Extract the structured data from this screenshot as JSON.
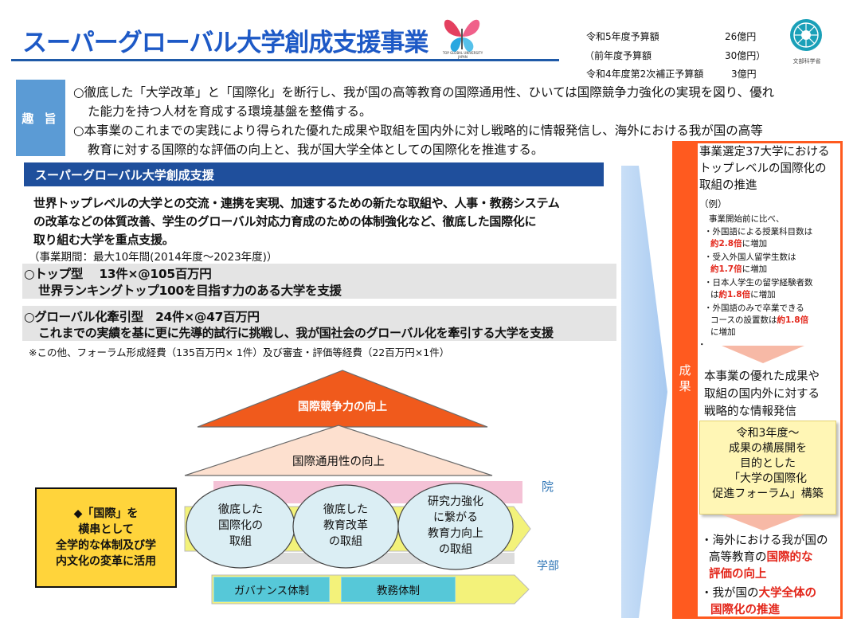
{
  "header": {
    "title": "スーパーグローバル大学創成支援事業",
    "sgu_logo_text": "TOP GLOBAL UNIVERSITY JAPAN",
    "mext_logo_text": "文部科学省",
    "budget": [
      {
        "label": "令和5年度予算額",
        "amount": "26億円"
      },
      {
        "label": "（前年度予算額",
        "amount": "30億円）"
      },
      {
        "label": "令和4年度第2次補正予算額",
        "amount": "3億円"
      }
    ]
  },
  "purpose": {
    "label": "趣 旨",
    "lines": [
      "○徹底した「大学改革」と「国際化」を断行し、我が国の高等教育の国際通用性、ひいては国際競争力強化の実現を図り、優れ",
      "た能力を持つ人材を育成する環境基盤を整備する。",
      "○本事業のこれまでの実践により得られた優れた成果や取組を国内外に対し戦略的に情報発信し、海外における我が国の高等",
      "教育に対する国際的な評価の向上と、我が国大学全体としての国際化を推進する。"
    ]
  },
  "program": {
    "heading": "スーパーグローバル大学創成支援",
    "description": [
      "世界トップレベルの大学との交流・連携を実現、加速するための新たな取組や、人事・教務システム",
      "の改革などの体質改善、学生のグローバル対応力育成のための体制強化など、徹底した国際化に",
      "取り組む大学を重点支援。"
    ],
    "period": "（事業期間：最大10年間(2014年度～2023年度)）",
    "types": [
      {
        "line1": "○トップ型　 13件×@105百万円",
        "line2": "世界ランキングトップ100を目指す力のある大学を支援"
      },
      {
        "line1": "○グローバル化牽引型　24件×@47百万円",
        "line2": "これまでの実績を基に更に先導的試行に挑戦し、我が国社会のグローバル化を牽引する大学を支援"
      }
    ],
    "note": "※この他、フォーラム形成経費（135百万円× 1件）及び審査・評価等経費（22百万円×1件）"
  },
  "diagram": {
    "top_triangle": "国際競争力の向上",
    "mid_trapezoid": "国際通用性の向上",
    "graduate_label": "院",
    "undergrad_label": "学部",
    "yellow_box": [
      "◆「国際」を",
      "横串として",
      "全学的な体制及び学",
      "内文化の変革に活用"
    ],
    "ellipses": [
      [
        "徹底した",
        "国際化の",
        "取組"
      ],
      [
        "徹底した",
        "教育改革",
        "の取組"
      ],
      [
        "研究力強化",
        "に繋がる",
        "教育力向上",
        "の取組"
      ]
    ],
    "systems": [
      "ガバナンス体制",
      "教務体制"
    ]
  },
  "results": {
    "label": "成果",
    "head": [
      "事業選定37大学における",
      "トップレベルの国際化の",
      "取組の推進"
    ],
    "example_label": "（例）",
    "example_intro": "事業開始前に比べ、",
    "examples": [
      {
        "pre": "・外国語による授業科目数は",
        "value": "約2.8倍",
        "post": "に増加"
      },
      {
        "pre": "・受入外国人留学生数は",
        "value": "約1.7倍",
        "post": "に増加"
      },
      {
        "pre": "・日本人学生の留学経験者数",
        "pre2": "は",
        "value": "約1.8倍",
        "post": "に増加"
      },
      {
        "pre": "・外国語のみで卒業できる",
        "pre2": "コースの設置数は",
        "value": "約1.8倍",
        "post": "に増加"
      }
    ],
    "bullet_dot": "・",
    "dissemination": [
      "本事業の優れた成果や",
      "取組の国内外に対する",
      "戦略的な情報発信"
    ],
    "forum": [
      "令和3年度～",
      "成果の横展開を",
      "目的とした",
      "「大学の国際化",
      "促進フォーラム」構築"
    ],
    "outcome1": {
      "pre1": "・海外における我が国の",
      "pre2": "高等教育の",
      "red1": "国際的な",
      "red2": "評価の向上"
    },
    "outcome2": {
      "pre": "・我が国の",
      "red1": "大学全体の",
      "red2": "国際化の推進"
    }
  },
  "colors": {
    "title_blue": "#1d59c6",
    "heading_bar": "#1f4f9c",
    "purpose_label": "#5b9bd5",
    "results_orange": "#ff5a1f",
    "red_text": "#e3261a",
    "yellow": "#ffd43b"
  }
}
